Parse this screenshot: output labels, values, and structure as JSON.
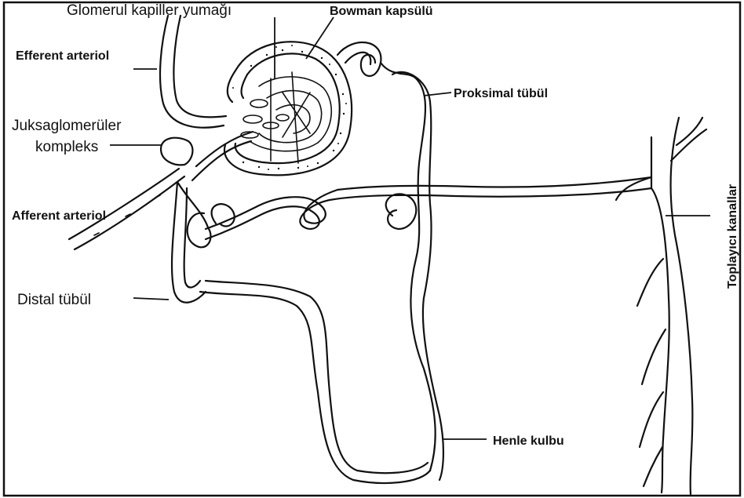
{
  "labels": {
    "glomerul": "Glomerul kapiller yumağı",
    "bowman": "Bowman kapsülü",
    "efferent": "Efferent arteriol",
    "juksa_line1": "Juksaglomerüler",
    "juksa_line2": "kompleks",
    "proksimal": "Proksimal tübül",
    "afferent": "Afferent arteriol",
    "distal": "Distal tübül",
    "henle": "Henle kulbu",
    "toplayici": "Toplayıcı kanallar"
  },
  "colors": {
    "ink": "#111111",
    "background": "#ffffff"
  }
}
